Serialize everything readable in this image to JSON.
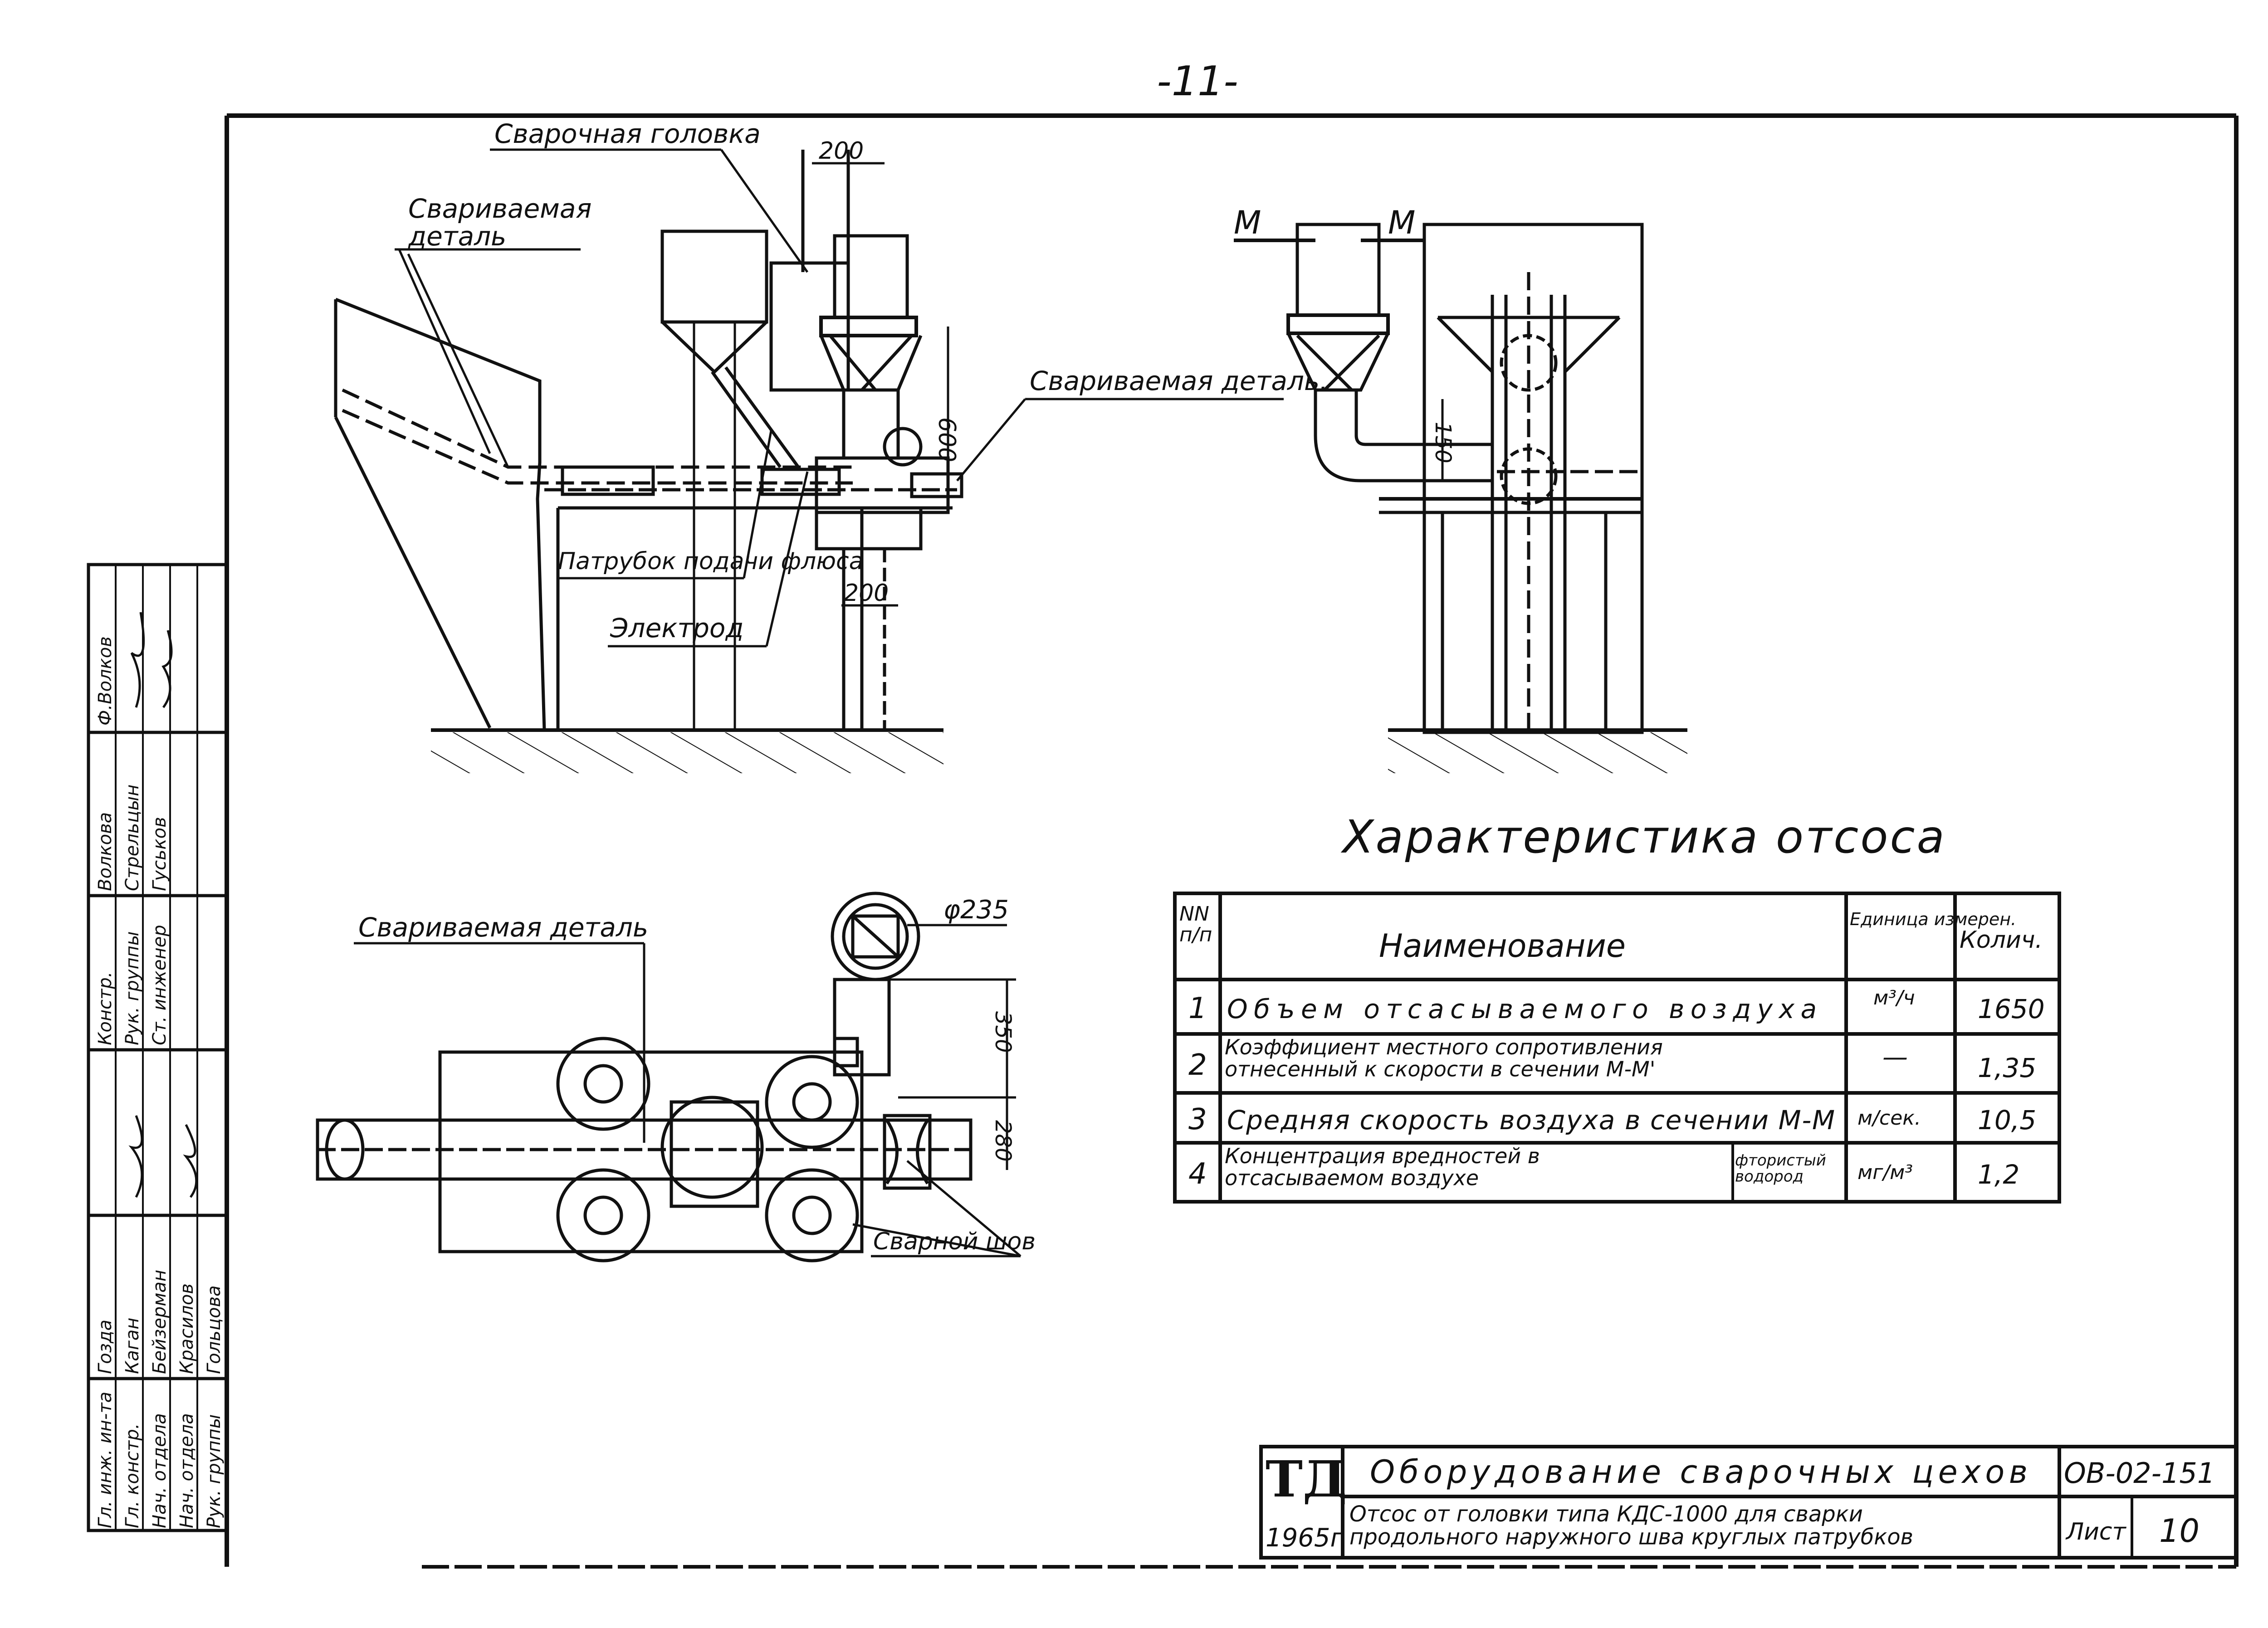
{
  "page_number": "-11-",
  "side_view_labels": {
    "welding_head": "Сварочная головка",
    "welded_part_top": "Свариваемая\nдеталь",
    "welded_part_right": "Свариваемая деталь.",
    "flux_pipe": "Патрубок\nподачи флюса",
    "electrode": "Электрод",
    "dim_200_top": "200",
    "dim_600": "600",
    "dim_200_bottom": "200"
  },
  "section_view_labels": {
    "section_left": "М",
    "section_right": "М",
    "dim_150": "150"
  },
  "plan_view_labels": {
    "welded_part": "Свариваемая деталь",
    "weld_seam": "Сварной шов",
    "dia_235": "φ235",
    "dim_350": "350",
    "dim_280": "280"
  },
  "table": {
    "title": "Характеристика отсоса",
    "headers": {
      "num": "NN\nп/п",
      "name": "Наименование",
      "unit": "Единица\nизмерен.",
      "qty": "Колич."
    },
    "rows": [
      {
        "num": "1",
        "name": "Объем отсасываемого воздуха",
        "unit": "м³/ч",
        "qty": "1650"
      },
      {
        "num": "2",
        "name": "Коэффициент местного сопротивления\nотнесенный к скорости в сечении М-М'",
        "unit": "—",
        "qty": "1,35"
      },
      {
        "num": "3",
        "name": "Средняя скорость воздуха в сечении М-М",
        "unit": "м/сек.",
        "qty": "10,5"
      },
      {
        "num": "4",
        "name": "Концентрация вредностей в\nотсасываемом воздухе",
        "sub": "фтористый\nводород",
        "unit": "мг/м³",
        "qty": "1,2"
      }
    ]
  },
  "title_block": {
    "logo": "ТД",
    "year": "1965г",
    "title": "Оборудование сварочных цехов",
    "subtitle": "Отсос от головки типа КДС-1000 для сварки\nпродольного наружного шва круглых патрубков",
    "code": "ОВ-02-151",
    "sheet_label": "Лист",
    "sheet": "10"
  },
  "side_stamp": {
    "roles_left": [
      "Гл. инж. ин-та",
      "Гл. констр.",
      "Нач. отдела",
      "Нач. отдела",
      "Рук. группы"
    ],
    "names_left": [
      "Гозда",
      "Каган",
      "Бейзерман",
      "Красилов",
      "Гольцова"
    ],
    "roles_right": [
      "Констр.",
      "Рук. группы",
      "Ст. инженер"
    ],
    "names_right": [
      "Волкова",
      "Стрельцын",
      "Гуськов"
    ],
    "signature_note": "Ф.Волков"
  }
}
